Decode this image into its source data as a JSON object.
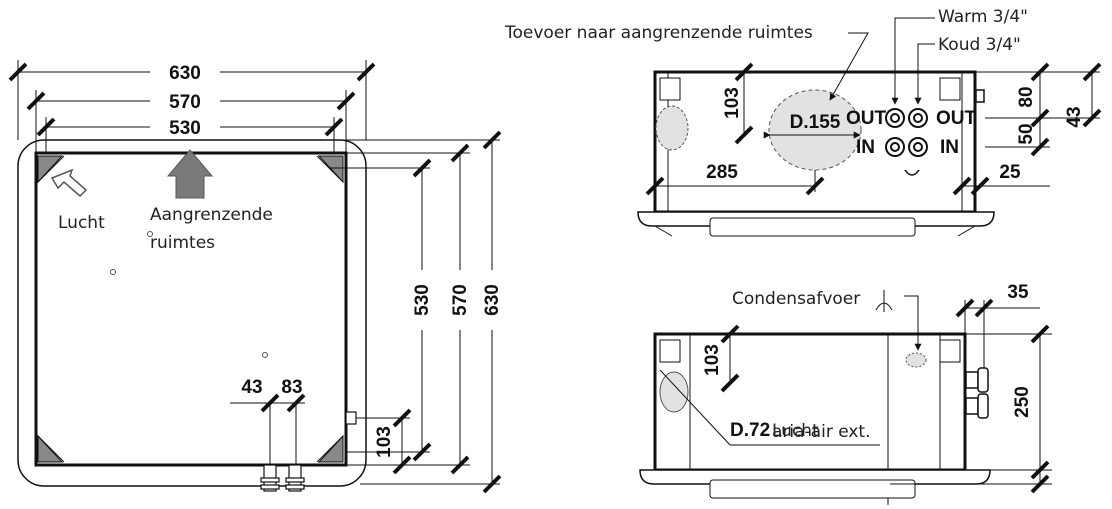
{
  "front_view": {
    "dims": {
      "w630": "630",
      "w570": "570",
      "w530": "530",
      "h530": "530",
      "h570": "570",
      "h630": "630",
      "d43": "43",
      "d83": "83",
      "d103": "103"
    },
    "labels": {
      "lucht": "Lucht",
      "aangrenzende_1": "Aangrenzende",
      "aangrenzende_2": "ruimtes"
    }
  },
  "top_view": {
    "labels": {
      "toevoer": "Toevoer naar aangrenzende ruimtes",
      "warm": "Warm 3/4\"",
      "koud": "Koud 3/4\"",
      "out1": "OUT",
      "in1": "IN",
      "out2": "OUT",
      "in2": "IN",
      "diameter": "D.155"
    },
    "dims": {
      "d103": "103",
      "d285": "285",
      "d80": "80",
      "d50": "50",
      "d43": "43",
      "d25": "25"
    }
  },
  "bottom_view": {
    "labels": {
      "condensafvoer": "Condensafvoer",
      "diameter": "D.72",
      "lucht": "Lucht",
      "ext": "aria-air ext."
    },
    "dims": {
      "d103": "103",
      "d35": "35",
      "d250": "250"
    }
  },
  "colors": {
    "line": "#111111",
    "arrow_fill": "#7a7a7a",
    "circle_fill": "#e2e2e2"
  }
}
